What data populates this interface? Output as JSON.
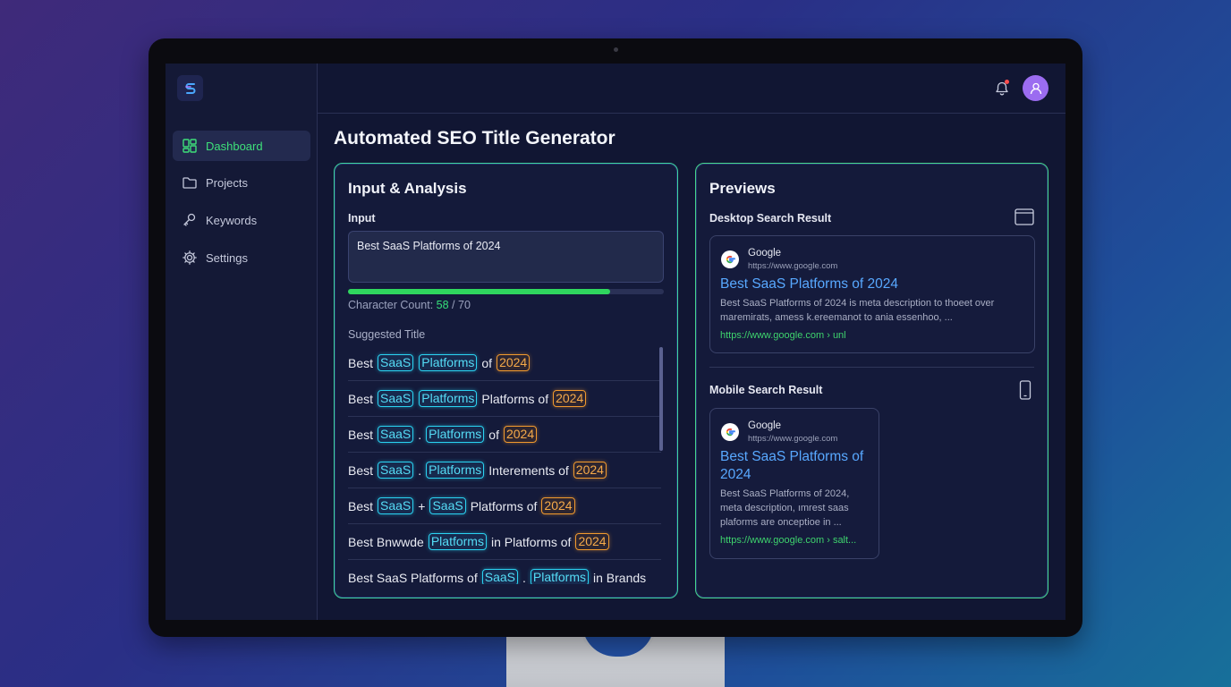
{
  "sidebar": {
    "items": [
      {
        "label": "Dashboard",
        "icon": "dashboard-icon",
        "active": true
      },
      {
        "label": "Projects",
        "icon": "folder-icon"
      },
      {
        "label": "Keywords",
        "icon": "keywords-icon"
      },
      {
        "label": "Settings",
        "icon": "gear-icon"
      }
    ]
  },
  "page": {
    "title": "Automated SEO Title Generator"
  },
  "input_card": {
    "title": "Input & Analysis",
    "input_label": "Input",
    "input_value": "Best SaaS Platforms of 2024",
    "char_label": "Character Count: ",
    "char_count": "58",
    "char_sep": " / ",
    "char_max": "70",
    "progress_fraction": 0.83,
    "suggested_label": "Suggested Title",
    "suggestions": [
      [
        {
          "t": "Best"
        },
        {
          "c": "b",
          "t": "SaaS"
        },
        {
          "c": "b",
          "t": "Platforms"
        },
        {
          "t": "of"
        },
        {
          "c": "o",
          "t": "2024"
        }
      ],
      [
        {
          "t": "Best"
        },
        {
          "c": "b",
          "t": "SaaS"
        },
        {
          "c": "b",
          "t": "Platforms"
        },
        {
          "t": "Platforms of"
        },
        {
          "c": "o",
          "t": "2024"
        }
      ],
      [
        {
          "t": "Best"
        },
        {
          "c": "b",
          "t": "SaaS"
        },
        {
          "t": "."
        },
        {
          "c": "b",
          "t": "Platforms"
        },
        {
          "t": "of"
        },
        {
          "c": "o",
          "t": "2024"
        }
      ],
      [
        {
          "t": "Best"
        },
        {
          "c": "b",
          "t": "SaaS"
        },
        {
          "t": "."
        },
        {
          "c": "b",
          "t": "Platforms"
        },
        {
          "t": "Interements of"
        },
        {
          "c": "o",
          "t": "2024"
        }
      ],
      [
        {
          "t": "Best"
        },
        {
          "c": "b",
          "t": "SaaS"
        },
        {
          "t": "+"
        },
        {
          "c": "b",
          "t": "SaaS"
        },
        {
          "t": "Platforms of"
        },
        {
          "c": "o",
          "t": "2024"
        }
      ],
      [
        {
          "t": "Best Bnwwde"
        },
        {
          "c": "b",
          "t": "Platforms"
        },
        {
          "t": "in Platforms of"
        },
        {
          "c": "o",
          "t": "2024"
        }
      ],
      [
        {
          "t": "Best SaaS Platforms of"
        },
        {
          "c": "b",
          "t": "SaaS"
        },
        {
          "t": "."
        },
        {
          "c": "b",
          "t": "Platforms"
        },
        {
          "t": "in Brands"
        }
      ]
    ]
  },
  "previews": {
    "title": "Previews",
    "desktop": {
      "label": "Desktop Search Result",
      "icon": "browser-window-icon",
      "brand": "Google",
      "url": "https://www.google.com",
      "link": "Best SaaS Platforms of 2024",
      "desc": "Best SaaS Platforms of 2024 is meta description to thoeet over maremirats, amess k.ereemanot to ania essenhoo, ...",
      "green_url": "https://www.google.com › unl"
    },
    "mobile": {
      "label": "Mobile Search Result",
      "icon": "mobile-phone-icon",
      "brand": "Google",
      "url": "https://www.google.com",
      "link": "Best SaaS Platforms of 2024",
      "desc": "Best SaaS Platforms of 2024, meta description, ımrest saas plaforms are oncеptioe in ...",
      "green_url": "https://www.google.com › salt..."
    }
  },
  "colors": {
    "accent_green": "#36e07a",
    "link_blue": "#58a8ff",
    "chip_blue": "#2ad3f2",
    "chip_orange": "#f29a2e"
  }
}
